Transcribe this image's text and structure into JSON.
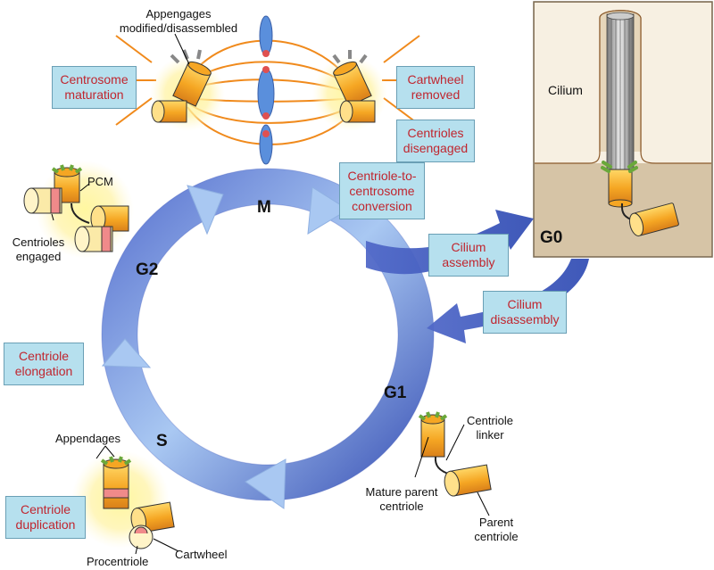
{
  "phases": {
    "m": "M",
    "g1": "G1",
    "g2": "G2",
    "s": "S",
    "g0": "G0"
  },
  "boxes": {
    "centrosome_maturation": "Centrosome\nmaturation",
    "cartwheel_removed": "Cartwheel\nremoved",
    "centrioles_disengaged": "Centrioles\ndisengaged",
    "conversion": "Centriole-to-\ncentrosome\nconversion",
    "cilium_assembly": "Cilium\nassembly",
    "cilium_disassembly": "Cilium\ndisassembly",
    "centriole_elongation": "Centriole\nelongation",
    "centriole_duplication": "Centriole\nduplication"
  },
  "labels": {
    "appendages_modified": "Appengages\nmodified/disassembled",
    "pcm": "PCM",
    "centrioles_engaged": "Centrioles\nengaged",
    "cilium": "Cilium",
    "appendages": "Appendages",
    "procentriole": "Procentriole",
    "cartwheel": "Cartwheel",
    "centriole_linker": "Centriole\nlinker",
    "mature_parent": "Mature parent\ncentriole",
    "parent_centriole": "Parent\ncentriole"
  },
  "colors": {
    "box_fill": "#b6e0ee",
    "box_text": "#c0262f",
    "cycle_dark": "#3f57b8",
    "cycle_light": "#a9c8f2",
    "centriole": "#f5a623",
    "spindle": "#f08a1c"
  }
}
